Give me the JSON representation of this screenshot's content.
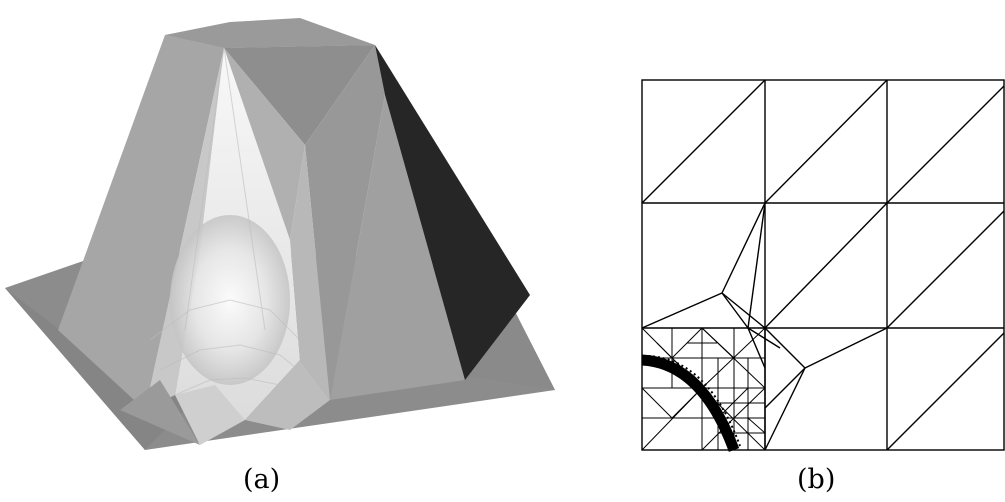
{
  "figure": {
    "panels": [
      {
        "id": "a",
        "caption": "(a)"
      },
      {
        "id": "b",
        "caption": "(b)"
      }
    ],
    "colors": {
      "background": "#ffffff",
      "mesh_lines": "#000000",
      "surface_light": "#f4f4f4",
      "surface_mid": "#a8a8a8",
      "surface_dark": "#262626"
    }
  }
}
